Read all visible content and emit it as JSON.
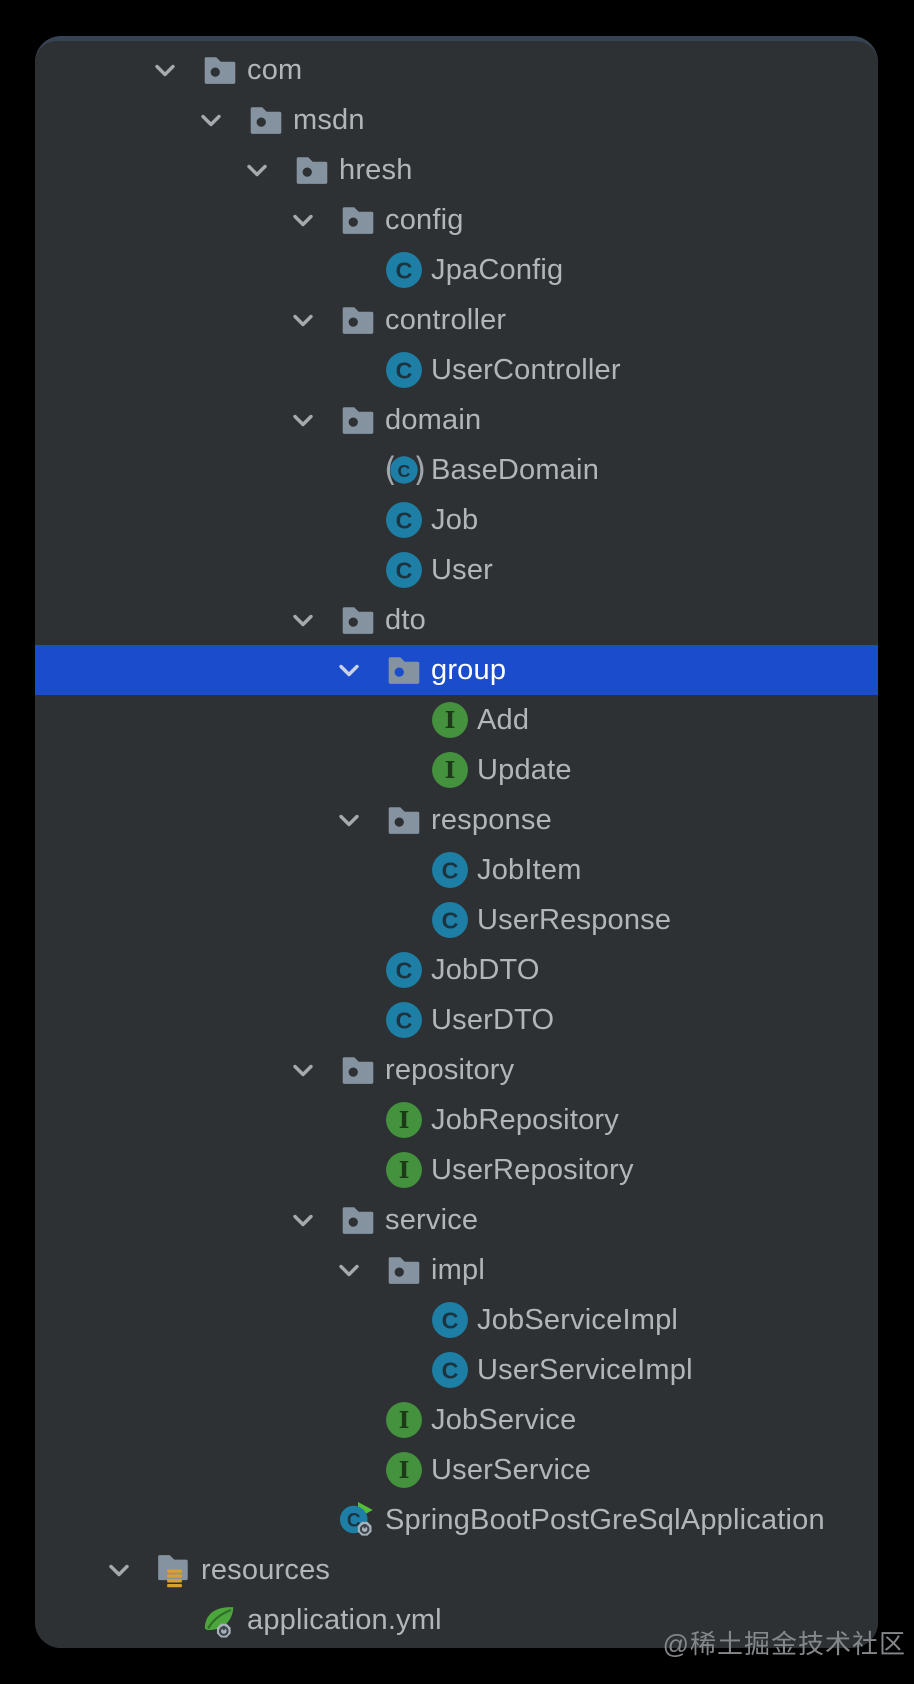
{
  "watermark": "@稀土掘金技术社区",
  "colors": {
    "selection": "#1B4CCB",
    "panel": "#2E3133",
    "panel_top_edge": "#364353",
    "text": "#B2B6B9",
    "selected_text": "#FFFFFF",
    "class_teal": "#1E7FA6",
    "class_letter": "#1C3440",
    "interface_green": "#44913E",
    "interface_letter": "#1C3A18",
    "folder_gray": "#8592A0",
    "resource_orange": "#DC9E2C",
    "spring_green": "#4CA63C",
    "boot_play_green": "#55BE35",
    "badge_gray": "#A9B2BA",
    "chevron_gray": "#A5AAAE"
  },
  "tree": {
    "items": [
      {
        "label": "com",
        "depth": 1,
        "icon": "package-folder-icon",
        "expandable": true,
        "selected": false
      },
      {
        "label": "msdn",
        "depth": 2,
        "icon": "package-folder-icon",
        "expandable": true,
        "selected": false
      },
      {
        "label": "hresh",
        "depth": 3,
        "icon": "package-folder-icon",
        "expandable": true,
        "selected": false
      },
      {
        "label": "config",
        "depth": 4,
        "icon": "package-folder-icon",
        "expandable": true,
        "selected": false
      },
      {
        "label": "JpaConfig",
        "depth": 5,
        "icon": "class-icon",
        "expandable": false,
        "selected": false
      },
      {
        "label": "controller",
        "depth": 4,
        "icon": "package-folder-icon",
        "expandable": true,
        "selected": false
      },
      {
        "label": "UserController",
        "depth": 5,
        "icon": "class-icon",
        "expandable": false,
        "selected": false
      },
      {
        "label": "domain",
        "depth": 4,
        "icon": "package-folder-icon",
        "expandable": true,
        "selected": false
      },
      {
        "label": "BaseDomain",
        "depth": 5,
        "icon": "abstract-class-icon",
        "expandable": false,
        "selected": false
      },
      {
        "label": "Job",
        "depth": 5,
        "icon": "class-icon",
        "expandable": false,
        "selected": false
      },
      {
        "label": "User",
        "depth": 5,
        "icon": "class-icon",
        "expandable": false,
        "selected": false
      },
      {
        "label": "dto",
        "depth": 4,
        "icon": "package-folder-icon",
        "expandable": true,
        "selected": false
      },
      {
        "label": "group",
        "depth": 5,
        "icon": "package-folder-icon",
        "expandable": true,
        "selected": true
      },
      {
        "label": "Add",
        "depth": 6,
        "icon": "interface-icon",
        "expandable": false,
        "selected": false
      },
      {
        "label": "Update",
        "depth": 6,
        "icon": "interface-icon",
        "expandable": false,
        "selected": false
      },
      {
        "label": "response",
        "depth": 5,
        "icon": "package-folder-icon",
        "expandable": true,
        "selected": false
      },
      {
        "label": "JobItem",
        "depth": 6,
        "icon": "class-icon",
        "expandable": false,
        "selected": false
      },
      {
        "label": "UserResponse",
        "depth": 6,
        "icon": "class-icon",
        "expandable": false,
        "selected": false
      },
      {
        "label": "JobDTO",
        "depth": 5,
        "icon": "class-icon",
        "expandable": false,
        "selected": false
      },
      {
        "label": "UserDTO",
        "depth": 5,
        "icon": "class-icon",
        "expandable": false,
        "selected": false
      },
      {
        "label": "repository",
        "depth": 4,
        "icon": "package-folder-icon",
        "expandable": true,
        "selected": false
      },
      {
        "label": "JobRepository",
        "depth": 5,
        "icon": "interface-icon",
        "expandable": false,
        "selected": false
      },
      {
        "label": "UserRepository",
        "depth": 5,
        "icon": "interface-icon",
        "expandable": false,
        "selected": false
      },
      {
        "label": "service",
        "depth": 4,
        "icon": "package-folder-icon",
        "expandable": true,
        "selected": false
      },
      {
        "label": "impl",
        "depth": 5,
        "icon": "package-folder-icon",
        "expandable": true,
        "selected": false
      },
      {
        "label": "JobServiceImpl",
        "depth": 6,
        "icon": "class-icon",
        "expandable": false,
        "selected": false
      },
      {
        "label": "UserServiceImpl",
        "depth": 6,
        "icon": "class-icon",
        "expandable": false,
        "selected": false
      },
      {
        "label": "JobService",
        "depth": 5,
        "icon": "interface-icon",
        "expandable": false,
        "selected": false
      },
      {
        "label": "UserService",
        "depth": 5,
        "icon": "interface-icon",
        "expandable": false,
        "selected": false
      },
      {
        "label": "SpringBootPostGreSqlApplication",
        "depth": 4,
        "icon": "spring-boot-application-icon",
        "expandable": false,
        "selected": false
      },
      {
        "label": "resources",
        "depth": 0,
        "icon": "resources-folder-icon",
        "expandable": true,
        "selected": false
      },
      {
        "label": "application.yml",
        "depth": 1,
        "icon": "spring-config-file-icon",
        "expandable": false,
        "selected": false
      }
    ]
  }
}
